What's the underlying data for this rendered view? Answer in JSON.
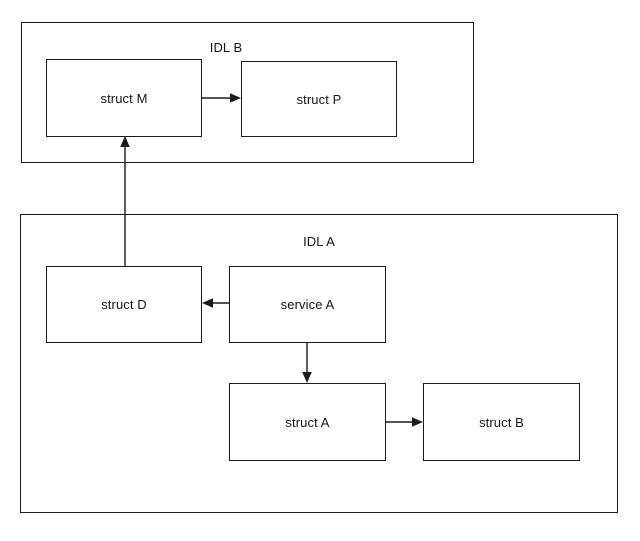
{
  "diagram": {
    "title": "IDL dependency diagram",
    "background": "#ffffff",
    "line_color": "#1b1b1b",
    "text_color": "#151515",
    "containers": [
      {
        "id": "idl-b",
        "label": "IDL B"
      },
      {
        "id": "idl-a",
        "label": "IDL A"
      }
    ],
    "nodes": [
      {
        "id": "struct-m",
        "label": "struct M",
        "parent": "idl-b"
      },
      {
        "id": "struct-p",
        "label": "struct P",
        "parent": "idl-b"
      },
      {
        "id": "struct-d",
        "label": "struct D",
        "parent": "idl-a"
      },
      {
        "id": "service-a",
        "label": "service A",
        "parent": "idl-a"
      },
      {
        "id": "struct-a",
        "label": "struct A",
        "parent": "idl-a"
      },
      {
        "id": "struct-b",
        "label": "struct B",
        "parent": "idl-a"
      }
    ],
    "edges": [
      {
        "id": "edge-m-to-p",
        "from": "struct-m",
        "to": "struct-p",
        "direction": "right"
      },
      {
        "id": "edge-d-to-m",
        "from": "struct-d",
        "to": "struct-m",
        "direction": "up"
      },
      {
        "id": "edge-service-a-to-d",
        "from": "service-a",
        "to": "struct-d",
        "direction": "left"
      },
      {
        "id": "edge-service-a-to-struct-a",
        "from": "service-a",
        "to": "struct-a",
        "direction": "down"
      },
      {
        "id": "edge-a-to-b",
        "from": "struct-a",
        "to": "struct-b",
        "direction": "right"
      }
    ]
  }
}
